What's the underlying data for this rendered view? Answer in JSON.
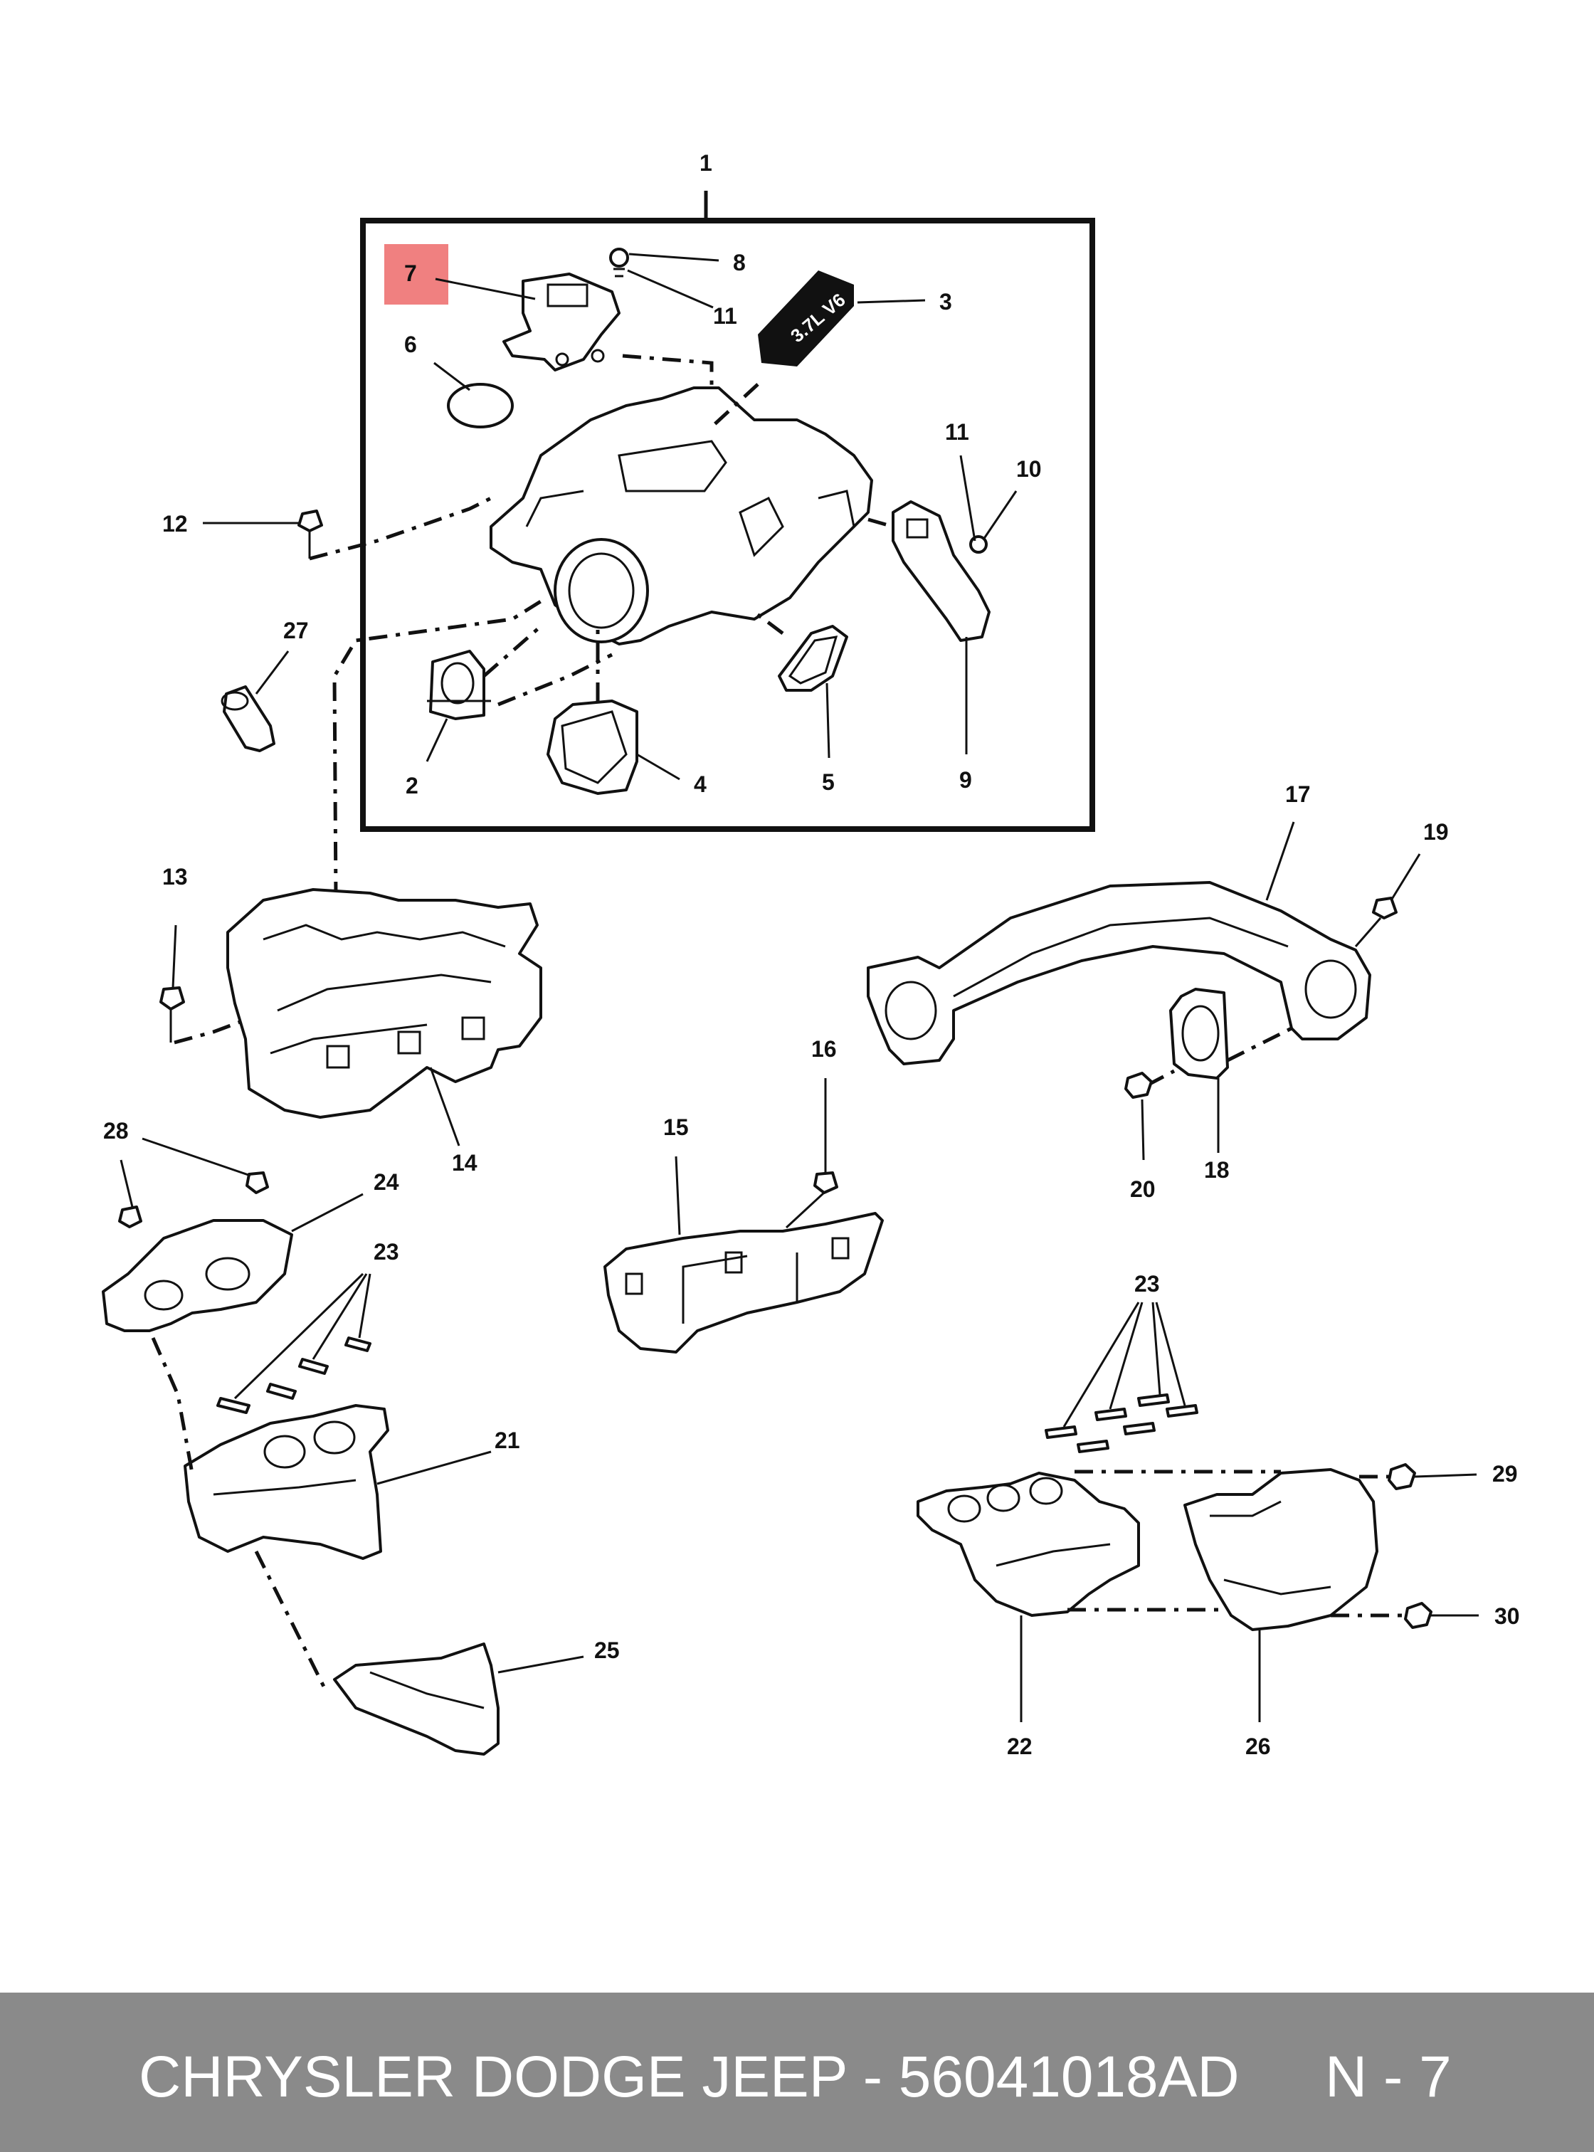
{
  "callouts": {
    "c1": "1",
    "c2": "2",
    "c3": "3",
    "c4": "4",
    "c5": "5",
    "c6": "6",
    "c7": "7",
    "c8": "8",
    "c9": "9",
    "c10": "10",
    "c11a": "11",
    "c11b": "11",
    "c12": "12",
    "c13": "13",
    "c14": "14",
    "c15": "15",
    "c16": "16",
    "c17": "17",
    "c18": "18",
    "c19": "19",
    "c20": "20",
    "c21": "21",
    "c22": "22",
    "c23a": "23",
    "c23b": "23",
    "c24": "24",
    "c25": "25",
    "c26": "26",
    "c27": "27",
    "c28": "28",
    "c29": "29",
    "c30": "30"
  },
  "badge_label": "3.7L V6",
  "highlight_color": "#f08080",
  "footer": {
    "title": "CHRYSLER DODGE JEEP - 56041018AD",
    "page": "N - 7"
  }
}
